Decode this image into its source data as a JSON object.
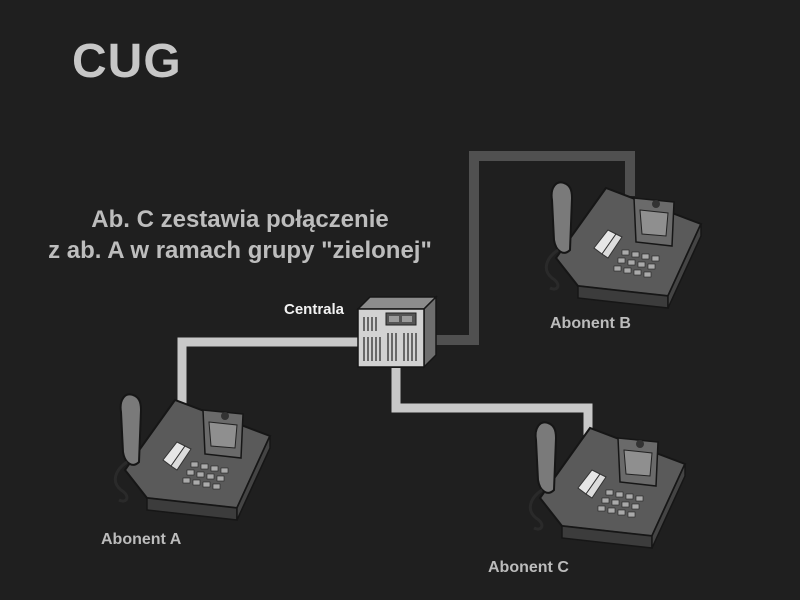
{
  "slide": {
    "title": "CUG",
    "description_line1": "Ab. C zestawia połączenie",
    "description_line2": "z ab. A w ramach grupy \"zielonej\""
  },
  "nodes": {
    "exchange": {
      "label": "Centrala",
      "icon": "telephone-exchange-icon"
    },
    "subscriber_a": {
      "label": "Abonent A",
      "icon": "desk-phone-icon"
    },
    "subscriber_b": {
      "label": "Abonent B",
      "icon": "desk-phone-icon"
    },
    "subscriber_c": {
      "label": "Abonent C",
      "icon": "desk-phone-icon"
    }
  },
  "colors": {
    "background": "#1f1f1f",
    "active_line": "#c8c8c8",
    "idle_line": "#505050",
    "text": "#c7c7c7"
  }
}
